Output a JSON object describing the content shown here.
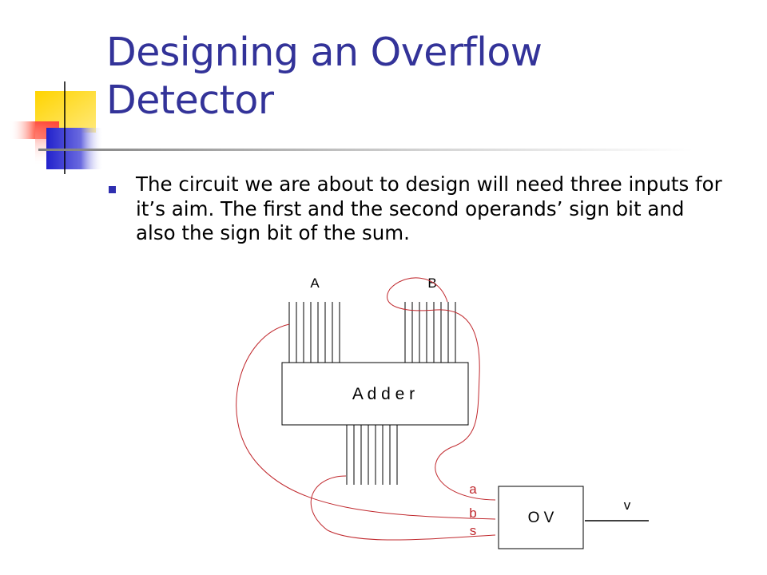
{
  "slide": {
    "title_lines": [
      "Designing an Overflow",
      "Detector"
    ],
    "bullet": "The circuit we are about to design will need three inputs for it’s aim.  The first and the second operands’ sign bit and also the sign bit of the sum.",
    "accent_color": "#333399"
  },
  "diagram": {
    "input_a_label": "A",
    "input_b_label": "B",
    "adder_label": "A d d e r",
    "ov_label": "O V",
    "output_label": "v",
    "pin_a_label": "a",
    "pin_b_label": "b",
    "pin_s_label": "s",
    "wire_color": "#c0282d"
  }
}
